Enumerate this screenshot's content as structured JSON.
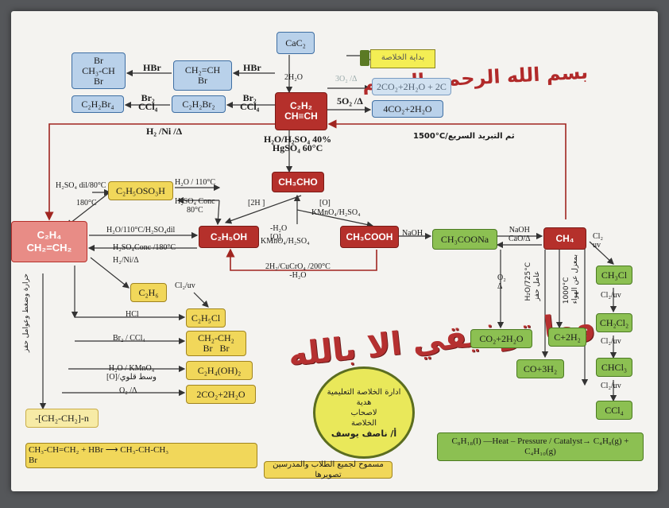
{
  "title_arabic": "بسم الله الرحمن الرحيم",
  "start_tag": "بداية الخلاصة",
  "closing_phrase": "وما توفيقي الا بالله",
  "footer_note": "مسموح لجميع الطلاب والمدرسين تصويرها",
  "seal": {
    "line1": "ادارة الخلاصة التعليمية",
    "line2": "هدية",
    "line3": "لاصحاب",
    "line4": "الخلاصة",
    "line5": "أ/ ناصف يوسف"
  },
  "compounds": {
    "cac2": "CaC₂",
    "c2h2": "C₂H₂",
    "c2h2_struct": "CH≡CH",
    "ch2chbr": "CH₂=CH\nBr",
    "chbr2ch3": "Br\nCH₃-CH\nBr",
    "c2h2br2": "C₂H₂Br₂",
    "c2h2br4": "C₂H₂Br₄",
    "co2_c": "2CO₂+2H₂O + 2C",
    "co2_4": "4CO₂+2H₂O",
    "ch3cho": "CH₃CHO",
    "c2h5oso3h": "C₂H₅OSO₃H",
    "c2h4": "C₂H₄",
    "c2h4_struct": "CH₂=CH₂",
    "c2h5oh": "C₂H₅OH",
    "ch3cooh": "CH₃COOH",
    "ch3coona": "CH₃COONa",
    "ch4": "CH₄",
    "c2h6": "C₂H₆",
    "c2h5cl": "C₂H₅Cl",
    "dibromo": "CH₂-CH₂\nBr   Br",
    "glycol": "C₂H₄(OH)₂",
    "combust": "2CO₂+2H₂O",
    "polymer": "-[CH₂-CH₂]-n",
    "ch3cl": "CH₃Cl",
    "ch2cl2": "CH₂Cl₂",
    "chcl3": "CHCl₃",
    "ccl4": "CCl₄",
    "co2_ch4": "CO₂+2H₂O",
    "c_2h2": "C+2H₂",
    "co_3h2": "CO+3H₂",
    "markov": "CH₃-CH=CH₂ + HBr ⟶ CH₃-CH-CH₃\nBr",
    "cracking": "C₈H₁₈(l) —Heat – Pressure / Catalyst→ C₄H₈(g) + C₄H₁₀(g)"
  },
  "conditions": {
    "hbr1": "HBr",
    "hbr2": "HBr",
    "h2o": "2H₂O",
    "o2_3": "3O₂ /Δ",
    "o2_5": "5O₂ /Δ",
    "br2_ccl4_1": "Br₂\nCCl₄",
    "br2_ccl4_2": "Br₂\nCCl₄",
    "h2_ni": "H₂ /Ni /Δ",
    "hydration": "H₂O/H₂SO₄ 40%\nHgSO₄ 60°C",
    "arc": "1500°C/ثم التبريد السريع",
    "h2so4_dil": "H₂SO₄ dil/80°C",
    "h2o_110": "H₂O / 110°C",
    "h2so4_conc": "H₂SO₄ Conc\n80°C",
    "c180": "180°C",
    "to_ethanol": "H₂O/110°C/H₂SO₄dil",
    "from_ethanol": "H₂SO₄Conc /180°C",
    "h2_ni2": "H₂/Ni/Δ",
    "reduce": "[2H ]",
    "ox1": "[O]",
    "kmno4_1": "KMnO₄/H₂SO₄",
    "minus_h2o": "-H₂O\n[O]",
    "kmno4_2": "KMnO₄/H₂SO₄",
    "naoh": "NaOH",
    "naoh_cao": "NaOH\nCaO/Δ",
    "reduce2": "2H₂/CuCrO₄ /200°C\n-H₂O",
    "cl2_uv": "Cl₂/uv",
    "hcl": "HCl",
    "br2": "Br₂ / CCl₄",
    "kmno4_3": "H₂O / KMnO₄\n[O]/وسط قلوي",
    "o2": "O₂ /Δ",
    "poly": "حرارة وضغط وعوامل حفز",
    "o2_ch4": "O₂\nΔ",
    "pyro": "1000°C\nبمعزل عن الهواء",
    "steam": "H₂O/725°C\nعامل حفز",
    "cl2_uv_a": "Cl₂\nuv",
    "cl2_uv_b": "Cl₂/uv",
    "cl2_uv_c": "Cl₂/uv",
    "cl2_uv_d": "Cl₂/uv"
  },
  "colors": {
    "red": "#b5302b",
    "blue": "#b9d1ea",
    "yellow": "#f1d75a",
    "green": "#8cc052"
  }
}
